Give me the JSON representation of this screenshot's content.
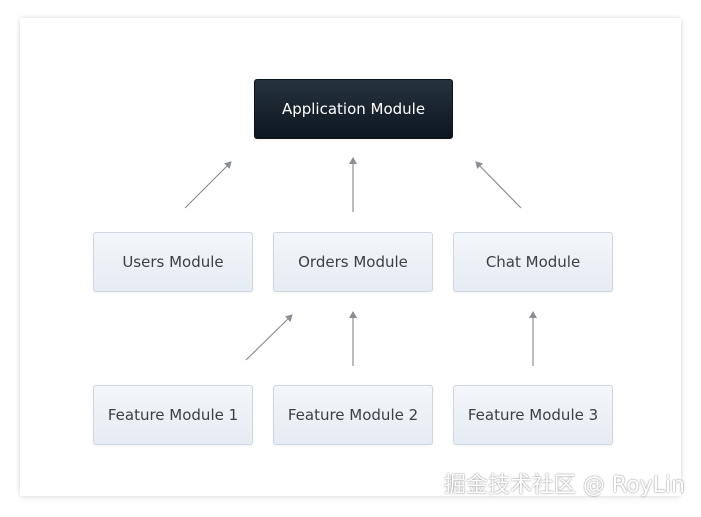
{
  "diagram": {
    "root": {
      "label": "Application Module"
    },
    "level1": [
      {
        "id": "users",
        "label": "Users Module"
      },
      {
        "id": "orders",
        "label": "Orders Module"
      },
      {
        "id": "chat",
        "label": "Chat Module"
      }
    ],
    "level2": [
      {
        "id": "feature1",
        "label": "Feature Module 1"
      },
      {
        "id": "feature2",
        "label": "Feature Module 2"
      },
      {
        "id": "feature3",
        "label": "Feature Module 3"
      }
    ],
    "edges": [
      {
        "from": "Users Module",
        "to": "Application Module"
      },
      {
        "from": "Orders Module",
        "to": "Application Module"
      },
      {
        "from": "Chat Module",
        "to": "Application Module"
      },
      {
        "from": "Feature Module 1",
        "to": "Orders Module"
      },
      {
        "from": "Feature Module 2",
        "to": "Orders Module"
      },
      {
        "from": "Feature Module 3",
        "to": "Chat Module"
      }
    ],
    "arrow_color": "#8a8f96"
  },
  "watermark": "掘金技术社区 @ RoyLin"
}
